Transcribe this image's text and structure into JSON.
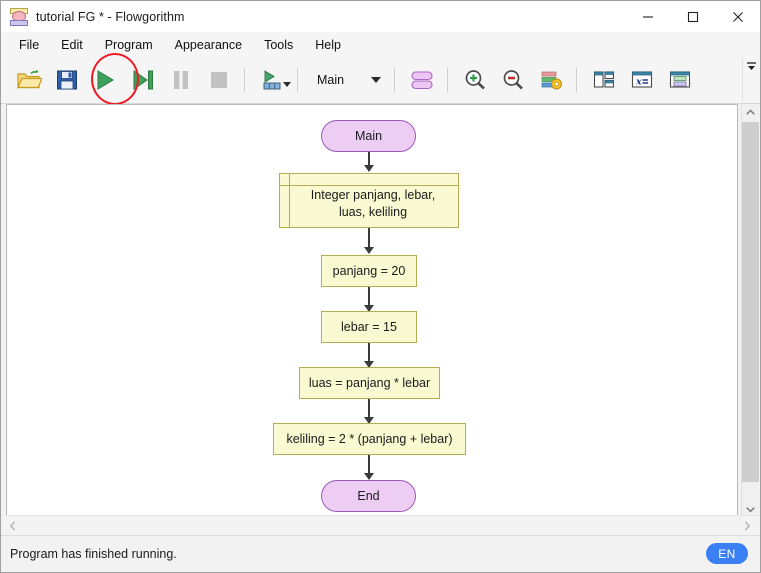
{
  "window": {
    "title": "tutorial FG * - Flowgorithm",
    "icon": "flowgorithm-logo-icon",
    "minimize_label": "minimize-icon",
    "maximize_label": "maximize-icon",
    "close_label": "close-icon"
  },
  "menu": {
    "items": [
      {
        "label": "File"
      },
      {
        "label": "Edit"
      },
      {
        "label": "Program"
      },
      {
        "label": "Appearance"
      },
      {
        "label": "Tools"
      },
      {
        "label": "Help"
      }
    ]
  },
  "toolbar": {
    "open_label": "open-folder-icon",
    "save_label": "save-floppy-icon",
    "run_label": "run-play-icon",
    "step_label": "step-forward-icon",
    "pause_label": "pause-icon",
    "stop_label": "stop-icon",
    "console_label": "run-console-icon",
    "function_select": "Main",
    "shapes_label": "function-ovals-icon",
    "zoom_in_label": "zoom-in-icon",
    "zoom_out_label": "zoom-out-icon",
    "appearance_label": "appearance-settings-icon",
    "panes_label": "split-panes-icon",
    "variables_label": "variable-watch-icon",
    "shapes_window_label": "shape-window-icon",
    "overflow_label": "toolbar-overflow-icon",
    "highlight_color": "#ee1b24"
  },
  "flowchart": {
    "start_label": "Main",
    "end_label": "End",
    "declare_text": "Integer panjang, lebar, luas, keliling",
    "statements": [
      {
        "text": "panjang = 20"
      },
      {
        "text": "lebar = 15"
      },
      {
        "text": "luas = panjang * lebar"
      },
      {
        "text": "keliling = 2 * (panjang + lebar)"
      }
    ],
    "terminal_fill": "#eecdf5",
    "terminal_stroke": "#9b59b6",
    "statement_fill": "#fafad2",
    "statement_stroke": "#b3ad56"
  },
  "statusbar": {
    "message": "Program has finished running.",
    "language": "EN",
    "language_color": "#3b7ff5"
  }
}
